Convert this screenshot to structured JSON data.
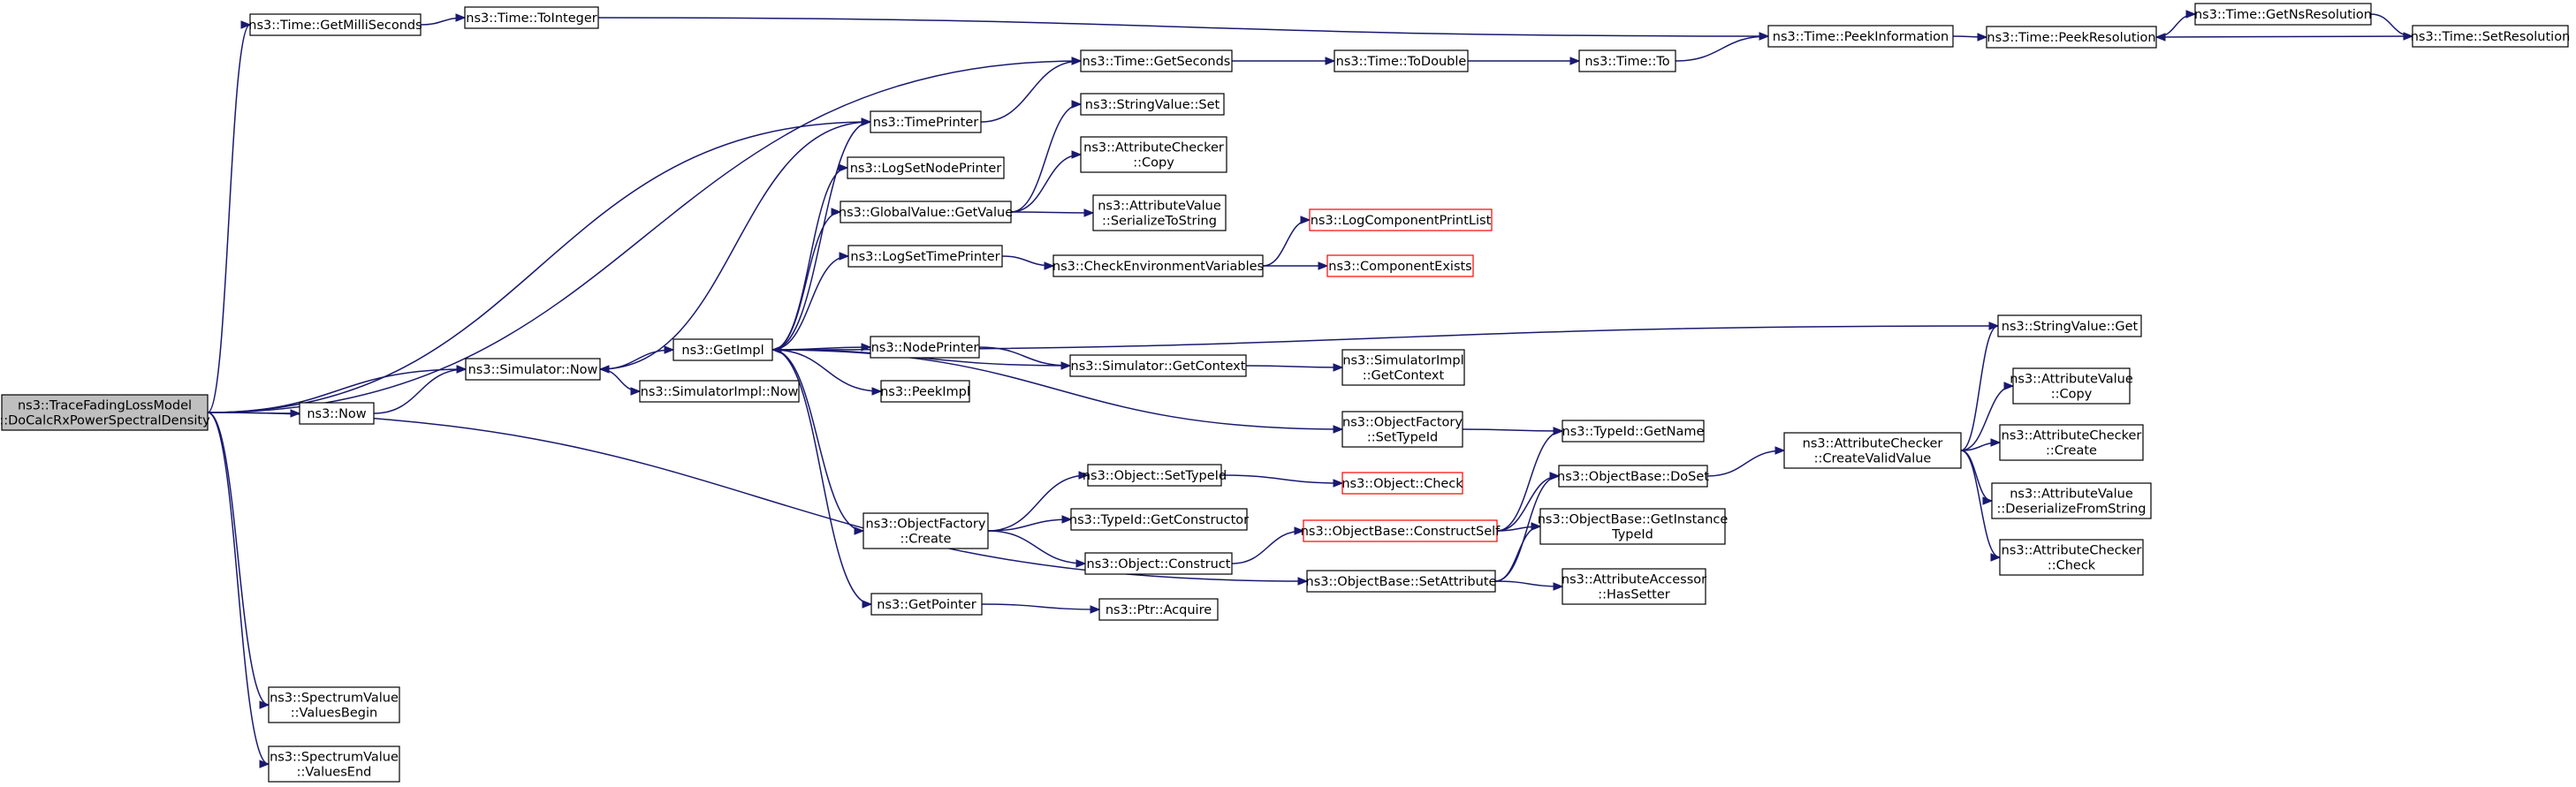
{
  "diagram": {
    "type": "call-graph",
    "colors": {
      "edge": "#191970",
      "root_fill": "#bfbfbf",
      "node_border": "#000000",
      "truncated_border": "#ff0000"
    },
    "nodes": [
      {
        "id": "root",
        "lines": [
          "ns3::TraceFadingLossModel",
          "::DoCalcRxPowerSpectralDensity"
        ],
        "root": true
      },
      {
        "id": "getmilli",
        "lines": [
          "ns3::Time::GetMilliSeconds"
        ]
      },
      {
        "id": "tointeger",
        "lines": [
          "ns3::Time::ToInteger"
        ]
      },
      {
        "id": "peekinfo",
        "lines": [
          "ns3::Time::PeekInformation"
        ]
      },
      {
        "id": "peekres",
        "lines": [
          "ns3::Time::PeekResolution"
        ]
      },
      {
        "id": "getnsres",
        "lines": [
          "ns3::Time::GetNsResolution"
        ]
      },
      {
        "id": "setres",
        "lines": [
          "ns3::Time::SetResolution"
        ]
      },
      {
        "id": "getseconds",
        "lines": [
          "ns3::Time::GetSeconds"
        ]
      },
      {
        "id": "todouble",
        "lines": [
          "ns3::Time::ToDouble"
        ]
      },
      {
        "id": "timeto",
        "lines": [
          "ns3::Time::To"
        ]
      },
      {
        "id": "timeprinter",
        "lines": [
          "ns3::TimePrinter"
        ]
      },
      {
        "id": "strvalset",
        "lines": [
          "ns3::StringValue::Set"
        ]
      },
      {
        "id": "attrcheckcopy",
        "lines": [
          "ns3::AttributeChecker",
          "::Copy"
        ]
      },
      {
        "id": "lognodeprinter",
        "lines": [
          "ns3::LogSetNodePrinter"
        ]
      },
      {
        "id": "globalget",
        "lines": [
          "ns3::GlobalValue::GetValue"
        ]
      },
      {
        "id": "attrvalser",
        "lines": [
          "ns3::AttributeValue",
          "::SerializeToString"
        ]
      },
      {
        "id": "logtimeprinter",
        "lines": [
          "ns3::LogSetTimePrinter"
        ]
      },
      {
        "id": "checkenv",
        "lines": [
          "ns3::CheckEnvironmentVariables"
        ]
      },
      {
        "id": "logcompprint",
        "lines": [
          "ns3::LogComponentPrintList"
        ],
        "truncated": true
      },
      {
        "id": "compexists",
        "lines": [
          "ns3::ComponentExists"
        ],
        "truncated": true
      },
      {
        "id": "simnow",
        "lines": [
          "ns3::Simulator::Now"
        ]
      },
      {
        "id": "getimpl",
        "lines": [
          "ns3::GetImpl"
        ]
      },
      {
        "id": "simimplnow",
        "lines": [
          "ns3::SimulatorImpl::Now"
        ]
      },
      {
        "id": "nodeprinter",
        "lines": [
          "ns3::NodePrinter"
        ]
      },
      {
        "id": "peekimpl",
        "lines": [
          "ns3::PeekImpl"
        ]
      },
      {
        "id": "simgetctx",
        "lines": [
          "ns3::Simulator::GetContext"
        ]
      },
      {
        "id": "simimplgetctx",
        "lines": [
          "ns3::SimulatorImpl",
          "::GetContext"
        ]
      },
      {
        "id": "strvalget",
        "lines": [
          "ns3::StringValue::Get"
        ]
      },
      {
        "id": "now",
        "lines": [
          "ns3::Now"
        ]
      },
      {
        "id": "ofsettypeid",
        "lines": [
          "ns3::ObjectFactory",
          "::SetTypeId"
        ]
      },
      {
        "id": "typeidgetname",
        "lines": [
          "ns3::TypeId::GetName"
        ]
      },
      {
        "id": "ofcreate",
        "lines": [
          "ns3::ObjectFactory",
          "::Create"
        ]
      },
      {
        "id": "objsettypeid",
        "lines": [
          "ns3::Object::SetTypeId"
        ]
      },
      {
        "id": "objcheck",
        "lines": [
          "ns3::Object::Check"
        ],
        "truncated": true
      },
      {
        "id": "typeidgetctor",
        "lines": [
          "ns3::TypeId::GetConstructor"
        ]
      },
      {
        "id": "objconstruct",
        "lines": [
          "ns3::Object::Construct"
        ]
      },
      {
        "id": "obconstructself",
        "lines": [
          "ns3::ObjectBase::ConstructSelf"
        ],
        "truncated": true
      },
      {
        "id": "obdoset",
        "lines": [
          "ns3::ObjectBase::DoSet"
        ]
      },
      {
        "id": "obgetinst",
        "lines": [
          "ns3::ObjectBase::GetInstance",
          "TypeId"
        ]
      },
      {
        "id": "getpointer",
        "lines": [
          "ns3::GetPointer"
        ]
      },
      {
        "id": "ptracquire",
        "lines": [
          "ns3::Ptr::Acquire"
        ]
      },
      {
        "id": "obsetattr",
        "lines": [
          "ns3::ObjectBase::SetAttribute"
        ]
      },
      {
        "id": "attracchassetter",
        "lines": [
          "ns3::AttributeAccessor",
          "::HasSetter"
        ]
      },
      {
        "id": "attrcheckcreatevalid",
        "lines": [
          "ns3::AttributeChecker",
          "::CreateValidValue"
        ]
      },
      {
        "id": "attrvalcopy",
        "lines": [
          "ns3::AttributeValue",
          "::Copy"
        ]
      },
      {
        "id": "attrcheckcreate",
        "lines": [
          "ns3::AttributeChecker",
          "::Create"
        ]
      },
      {
        "id": "attrvaldeser",
        "lines": [
          "ns3::AttributeValue",
          "::DeserializeFromString"
        ]
      },
      {
        "id": "attrcheckcheck",
        "lines": [
          "ns3::AttributeChecker",
          "::Check"
        ]
      },
      {
        "id": "svbegin",
        "lines": [
          "ns3::SpectrumValue",
          "::ValuesBegin"
        ]
      },
      {
        "id": "svend",
        "lines": [
          "ns3::SpectrumValue",
          "::ValuesEnd"
        ]
      }
    ],
    "edges": [
      [
        "root",
        "getmilli"
      ],
      [
        "root",
        "getseconds"
      ],
      [
        "root",
        "timeprinter"
      ],
      [
        "root",
        "simnow"
      ],
      [
        "root",
        "now"
      ],
      [
        "root",
        "obsetattr"
      ],
      [
        "root",
        "svbegin"
      ],
      [
        "root",
        "svend"
      ],
      [
        "getmilli",
        "tointeger"
      ],
      [
        "tointeger",
        "peekinfo"
      ],
      [
        "peekinfo",
        "peekres"
      ],
      [
        "peekres",
        "getnsres"
      ],
      [
        "getnsres",
        "setres"
      ],
      [
        "setres",
        "peekres"
      ],
      [
        "getseconds",
        "todouble"
      ],
      [
        "todouble",
        "timeto"
      ],
      [
        "timeto",
        "peekinfo"
      ],
      [
        "timeprinter",
        "getseconds"
      ],
      [
        "timeprinter",
        "simnow"
      ],
      [
        "globalget",
        "strvalset"
      ],
      [
        "globalget",
        "attrcheckcopy"
      ],
      [
        "globalget",
        "attrvalser"
      ],
      [
        "logtimeprinter",
        "checkenv"
      ],
      [
        "checkenv",
        "logcompprint"
      ],
      [
        "checkenv",
        "compexists"
      ],
      [
        "simnow",
        "getimpl"
      ],
      [
        "simnow",
        "simimplnow"
      ],
      [
        "getimpl",
        "timeprinter"
      ],
      [
        "getimpl",
        "lognodeprinter"
      ],
      [
        "getimpl",
        "globalget"
      ],
      [
        "getimpl",
        "logtimeprinter"
      ],
      [
        "getimpl",
        "strvalget"
      ],
      [
        "getimpl",
        "nodeprinter"
      ],
      [
        "getimpl",
        "peekimpl"
      ],
      [
        "getimpl",
        "ofsettypeid"
      ],
      [
        "getimpl",
        "ofcreate"
      ],
      [
        "getimpl",
        "getpointer"
      ],
      [
        "nodeprinter",
        "simgetctx"
      ],
      [
        "simgetctx",
        "getimpl"
      ],
      [
        "simgetctx",
        "simimplgetctx"
      ],
      [
        "now",
        "simnow"
      ],
      [
        "ofsettypeid",
        "typeidgetname"
      ],
      [
        "ofcreate",
        "objsettypeid"
      ],
      [
        "ofcreate",
        "typeidgetctor"
      ],
      [
        "ofcreate",
        "objconstruct"
      ],
      [
        "objsettypeid",
        "objcheck"
      ],
      [
        "objconstruct",
        "obconstructself"
      ],
      [
        "obconstructself",
        "typeidgetname"
      ],
      [
        "obconstructself",
        "obdoset"
      ],
      [
        "obconstructself",
        "obgetinst"
      ],
      [
        "obdoset",
        "attrcheckcreatevalid"
      ],
      [
        "getpointer",
        "ptracquire"
      ],
      [
        "obsetattr",
        "obdoset"
      ],
      [
        "obsetattr",
        "obgetinst"
      ],
      [
        "obsetattr",
        "attracchassetter"
      ],
      [
        "attrcheckcreatevalid",
        "strvalget"
      ],
      [
        "attrcheckcreatevalid",
        "attrvalcopy"
      ],
      [
        "attrcheckcreatevalid",
        "attrcheckcreate"
      ],
      [
        "attrcheckcreatevalid",
        "attrvaldeser"
      ],
      [
        "attrcheckcreatevalid",
        "attrcheckcheck"
      ]
    ]
  }
}
